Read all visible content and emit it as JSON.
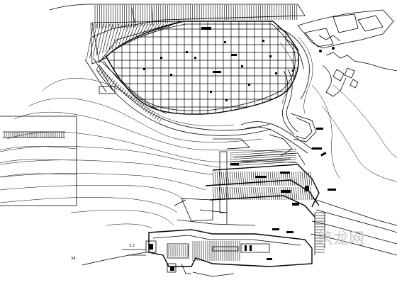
{
  "drawing": {
    "annotations": {
      "level_mark": "3.2",
      "small_note": "34"
    },
    "watermark": {
      "text": "筑龙网"
    }
  }
}
